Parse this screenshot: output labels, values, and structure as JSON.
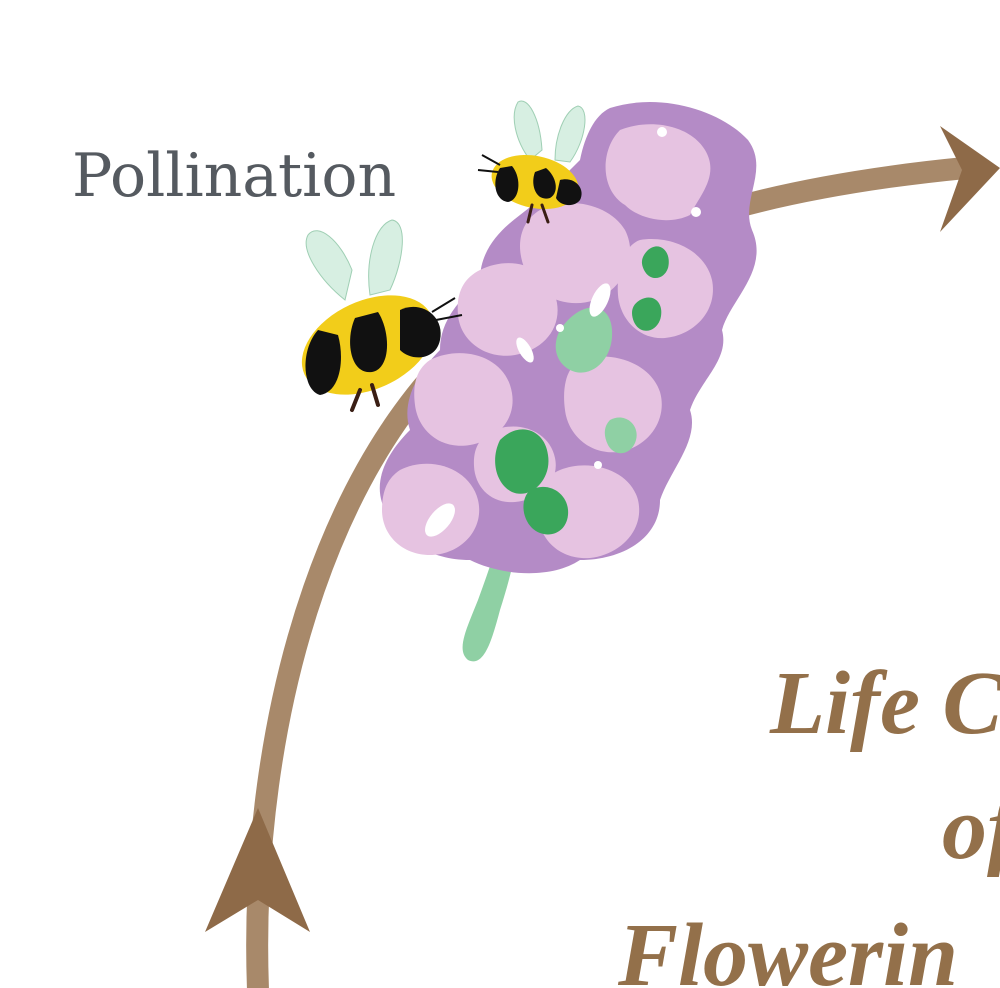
{
  "diagram": {
    "stage_label": "Pollination",
    "title_lines": [
      "Life C",
      "of",
      "Flowerin"
    ]
  },
  "colors": {
    "background": "#ffffff",
    "arrow": "#a8896a",
    "arrow_head": "#8e6a48",
    "title": "#93704a",
    "label": "#555a60",
    "flower_light": "#e6c3e1",
    "flower_dark": "#b48bc6",
    "stem_green": "#8fd0a4",
    "leaf_green": "#3aa65b",
    "bee_yellow": "#f2cd1a",
    "bee_black": "#111111",
    "wing": "#d7efe2"
  }
}
